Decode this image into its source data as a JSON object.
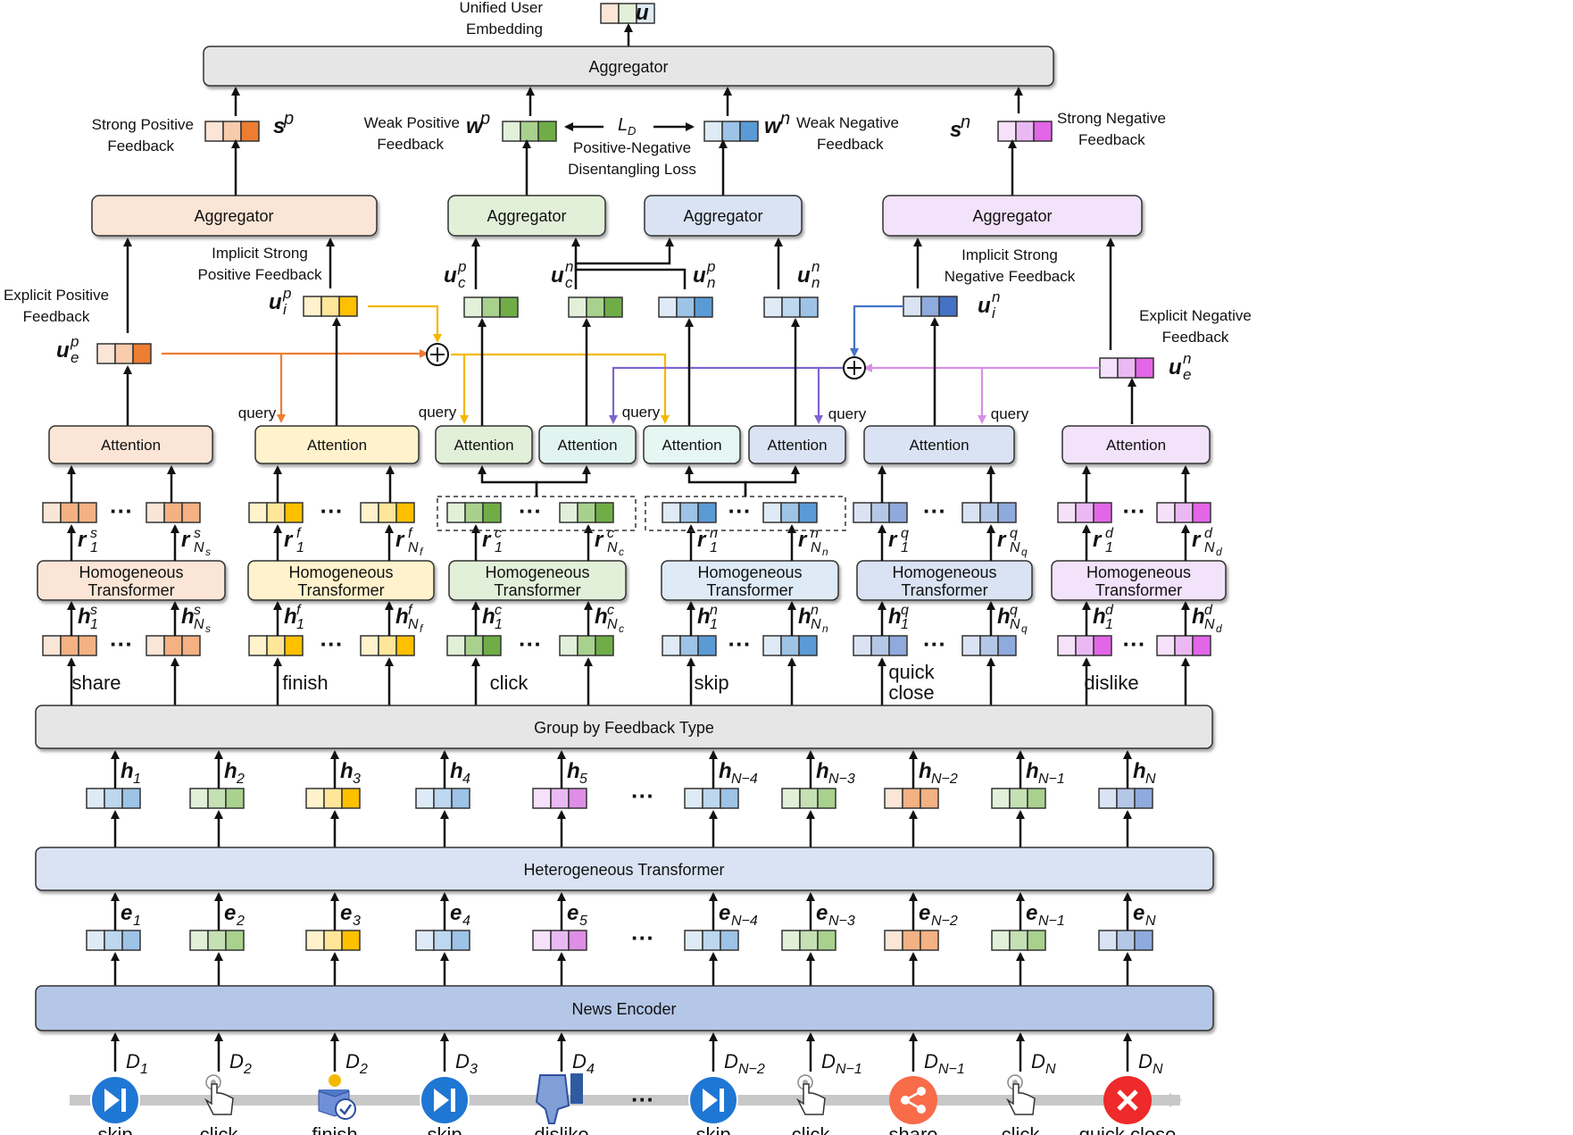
{
  "top": {
    "unified_label_1": "Unified User",
    "unified_label_2": "Embedding",
    "unified_var": "u",
    "aggregator": "Aggregator"
  },
  "feedback": {
    "strong_pos": "Strong Positive",
    "strong_pos_2": "Feedback",
    "strong_pos_var": "s",
    "strong_pos_sup": "p",
    "weak_pos": "Weak Positive",
    "weak_pos_2": "Feedback",
    "weak_pos_var": "w",
    "weak_pos_sup": "p",
    "weak_neg": "Weak Negative",
    "weak_neg_2": "Feedback",
    "weak_neg_var": "w",
    "weak_neg_sup": "n",
    "strong_neg": "Strong Negative",
    "strong_neg_2": "Feedback",
    "strong_neg_var": "s",
    "strong_neg_sup": "n",
    "loss_var": "L",
    "loss_sub": "D",
    "loss_1": "Positive-Negative",
    "loss_2": "Disentangling Loss"
  },
  "mid": {
    "aggregator": "Aggregator",
    "implicit_pos_1": "Implicit Strong",
    "implicit_pos_2": "Positive Feedback",
    "implicit_neg_1": "Implicit Strong",
    "implicit_neg_2": "Negative Feedback",
    "explicit_pos_1": "Explicit Positive",
    "explicit_pos_2": "Feedback",
    "explicit_neg_1": "Explicit Negative",
    "explicit_neg_2": "Feedback",
    "query": "query",
    "attention": "Attention",
    "homo_1": "Homogeneous",
    "homo_2": "Transformer"
  },
  "vars": {
    "u": "u",
    "p": "p",
    "n": "n",
    "e": "e",
    "i": "i",
    "c": "c",
    "r": "r",
    "h": "h",
    "one": "1",
    "N": "N",
    "s": "s",
    "f": "f",
    "q": "q",
    "d": "d"
  },
  "groups": [
    "share",
    "finish",
    "click",
    "skip",
    "quick",
    "close",
    "dislike"
  ],
  "layers": {
    "group_by": "Group by Feedback Type",
    "hetero": "Heterogeneous Transformer",
    "encoder": "News Encoder",
    "dots": "···"
  },
  "h_labels": [
    "1",
    "2",
    "3",
    "4",
    "5",
    "N−4",
    "N−3",
    "N−2",
    "N−1",
    "N"
  ],
  "d_labels": [
    "1",
    "2",
    "2",
    "3",
    "4",
    "N−2",
    "N−1",
    "N−1",
    "N",
    "N"
  ],
  "actions": [
    "skip",
    "click",
    "finish",
    "skip",
    "dislike",
    "skip",
    "click",
    "share",
    "click",
    "quick close"
  ],
  "icons": [
    "skip-icon",
    "click-icon",
    "finish-icon",
    "skip-icon",
    "dislike-icon",
    "skip-icon",
    "click-icon",
    "share-icon",
    "click-icon",
    "close-icon"
  ],
  "colors": {
    "share": "#f4b183",
    "finish": "#ffd966",
    "click": "#a9d18e",
    "skip": "#9dc3e6",
    "quick_close": "#8faadc",
    "dislike": "#e98ce9",
    "orange_arrow": "#ed7d31",
    "yellow_arrow": "#f5b800",
    "blue_arrow": "#4472c4",
    "purple_arrow": "#7f63d1",
    "pink_arrow": "#d88ee8",
    "news_encoder": "#b4c7e7",
    "hetero": "#dae3f3",
    "grey_box": "#e7e6e6"
  }
}
